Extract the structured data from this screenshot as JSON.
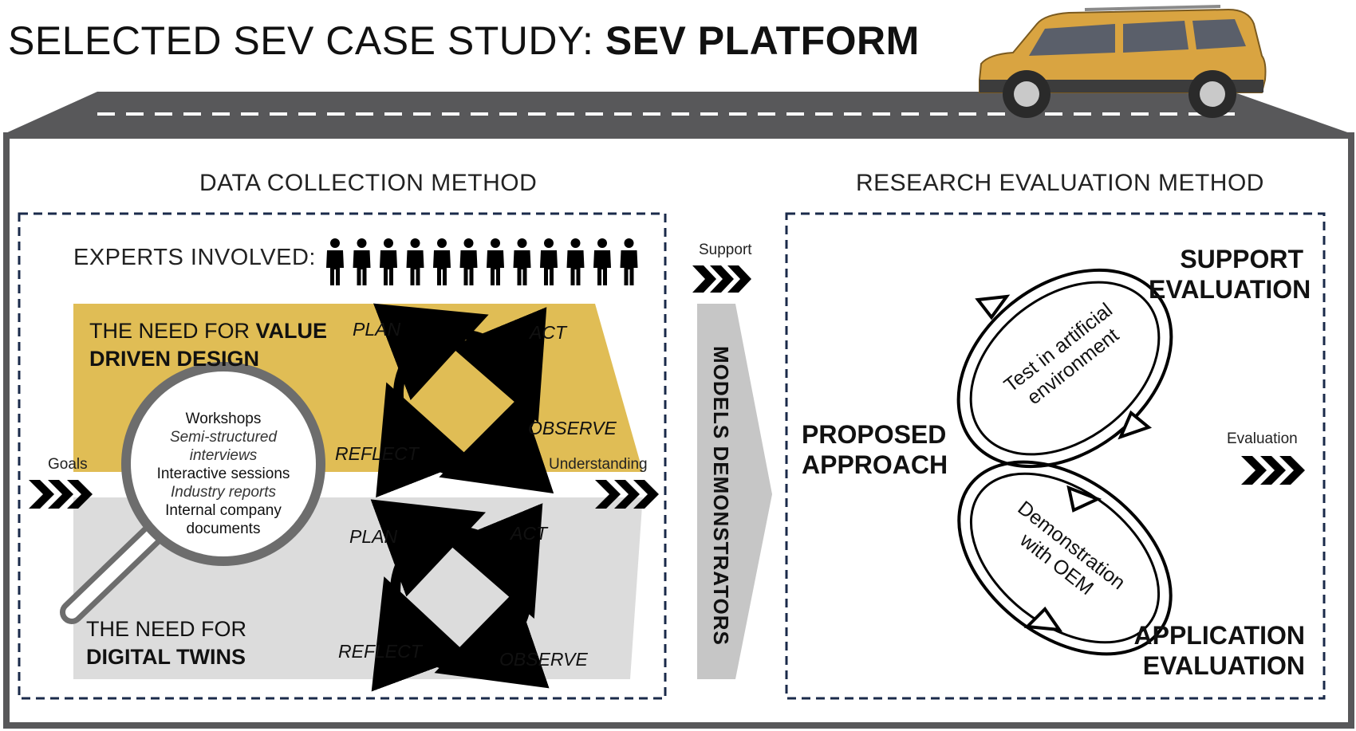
{
  "title": {
    "regular": "SELECTED SEV CASE STUDY:",
    "bold": "SEV PLATFORM"
  },
  "left_panel": {
    "heading": "DATA COLLECTION METHOD",
    "experts_label": "EXPERTS INVOLVED:",
    "expert_count": 12,
    "need_value": {
      "line1_regular": "THE NEED FOR",
      "line1_bold": "VALUE",
      "line2_bold": "DRIVEN DESIGN"
    },
    "need_twins": {
      "line1_regular": "THE NEED FOR",
      "line2_bold": "DIGITAL TWINS"
    },
    "cycle_top": {
      "plan": "PLAN",
      "act": "ACT",
      "observe": "OBSERVE",
      "reflect": "REFLECT"
    },
    "cycle_bottom": {
      "plan": "PLAN",
      "act": "ACT",
      "observe": "OBSERVE",
      "reflect": "REFLECT"
    },
    "methods": [
      {
        "text": "Workshops",
        "italic": false
      },
      {
        "text": "Semi-structured",
        "italic": true
      },
      {
        "text": "interviews",
        "italic": true
      },
      {
        "text": "Interactive sessions",
        "italic": false
      },
      {
        "text": "Industry reports",
        "italic": true
      },
      {
        "text": "Internal company",
        "italic": false
      },
      {
        "text": "documents",
        "italic": false
      }
    ],
    "goals_label": "Goals",
    "understanding_label": "Understanding"
  },
  "middle": {
    "support_label": "Support",
    "models_label": "MODELS DEMONSTRATORS"
  },
  "right_panel": {
    "heading": "RESEARCH EVALUATION METHOD",
    "proposed_line1": "PROPOSED",
    "proposed_line2": "APPROACH",
    "support_eval_line1": "SUPPORT",
    "support_eval_line2": "EVALUATION",
    "application_eval_line1": "APPLICATION",
    "application_eval_line2": "EVALUATION",
    "evaluation_label": "Evaluation",
    "loop_top_line1": "Test in artificial",
    "loop_top_line2": "environment",
    "loop_bottom_line1": "Demonstration",
    "loop_bottom_line2": "with OEM"
  },
  "colors": {
    "road": "#58585a",
    "frame": "#58585a",
    "gold": "#e0bd55",
    "gray_band": "#dcdcdc",
    "dash_border": "#1a2a4a",
    "car_body": "#d9a441",
    "models_bar": "#c6c6c6"
  }
}
